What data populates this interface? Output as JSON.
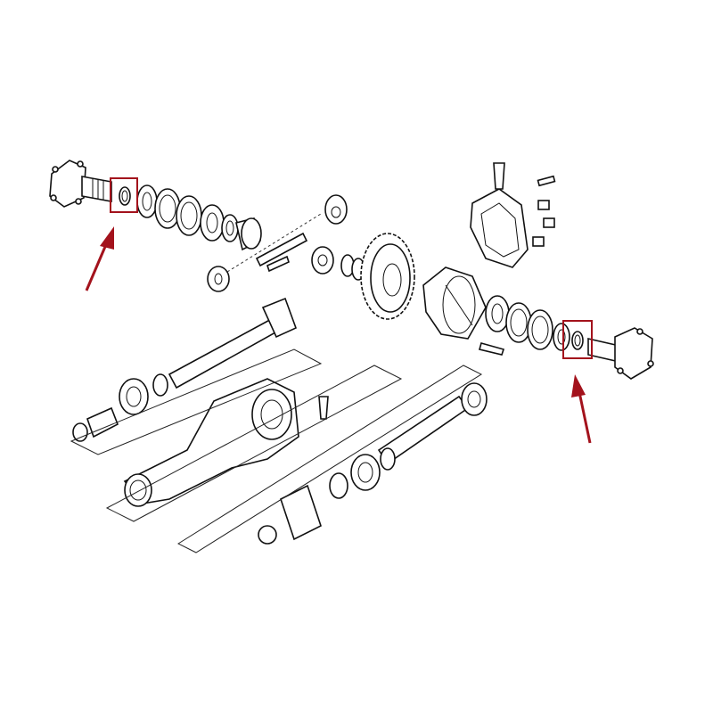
{
  "diagram": {
    "type": "exploded-parts-diagram",
    "colors": {
      "line": "#111111",
      "highlight": "#a3121c",
      "background": "#ffffff"
    },
    "highlights": [
      {
        "part": "left-axle-seal",
        "marker": "red-box",
        "pointer": "red-arrow"
      },
      {
        "part": "right-axle-seal",
        "marker": "red-box",
        "pointer": "red-arrow"
      }
    ]
  }
}
